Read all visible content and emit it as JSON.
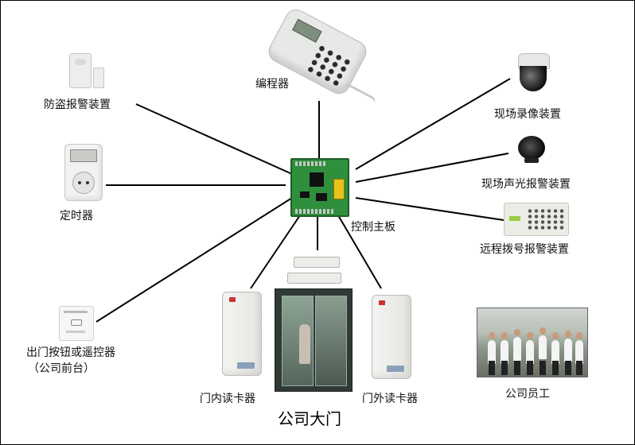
{
  "labels": {
    "programmer": "编程器",
    "burglar_alarm": "防盗报警装置",
    "timer": "定时器",
    "exit_button": "出门按钮或遥控器",
    "front_desk": "（公司前台）",
    "control_board": "控制主板",
    "surveillance": "现场录像装置",
    "sound_light_alarm": "现场声光报警装置",
    "remote_dial_alarm": "远程拨号报警装置",
    "reader_in": "门内读卡器",
    "reader_out": "门外读卡器",
    "company_gate": "公司大门",
    "employees": "公司员工"
  },
  "colors": {
    "line": "#000000",
    "background": "#ffffff",
    "board_green": "#2f8f3c"
  },
  "icons": [
    "programmer-device-icon",
    "burglar-sensor-icon",
    "timer-socket-icon",
    "exit-button-icon",
    "control-board-icon",
    "magnetic-contact-icon",
    "card-reader-icon",
    "door-photo",
    "dome-camera-icon",
    "alarm-horn-icon",
    "dial-alarm-keypad-icon",
    "staff-photo"
  ]
}
